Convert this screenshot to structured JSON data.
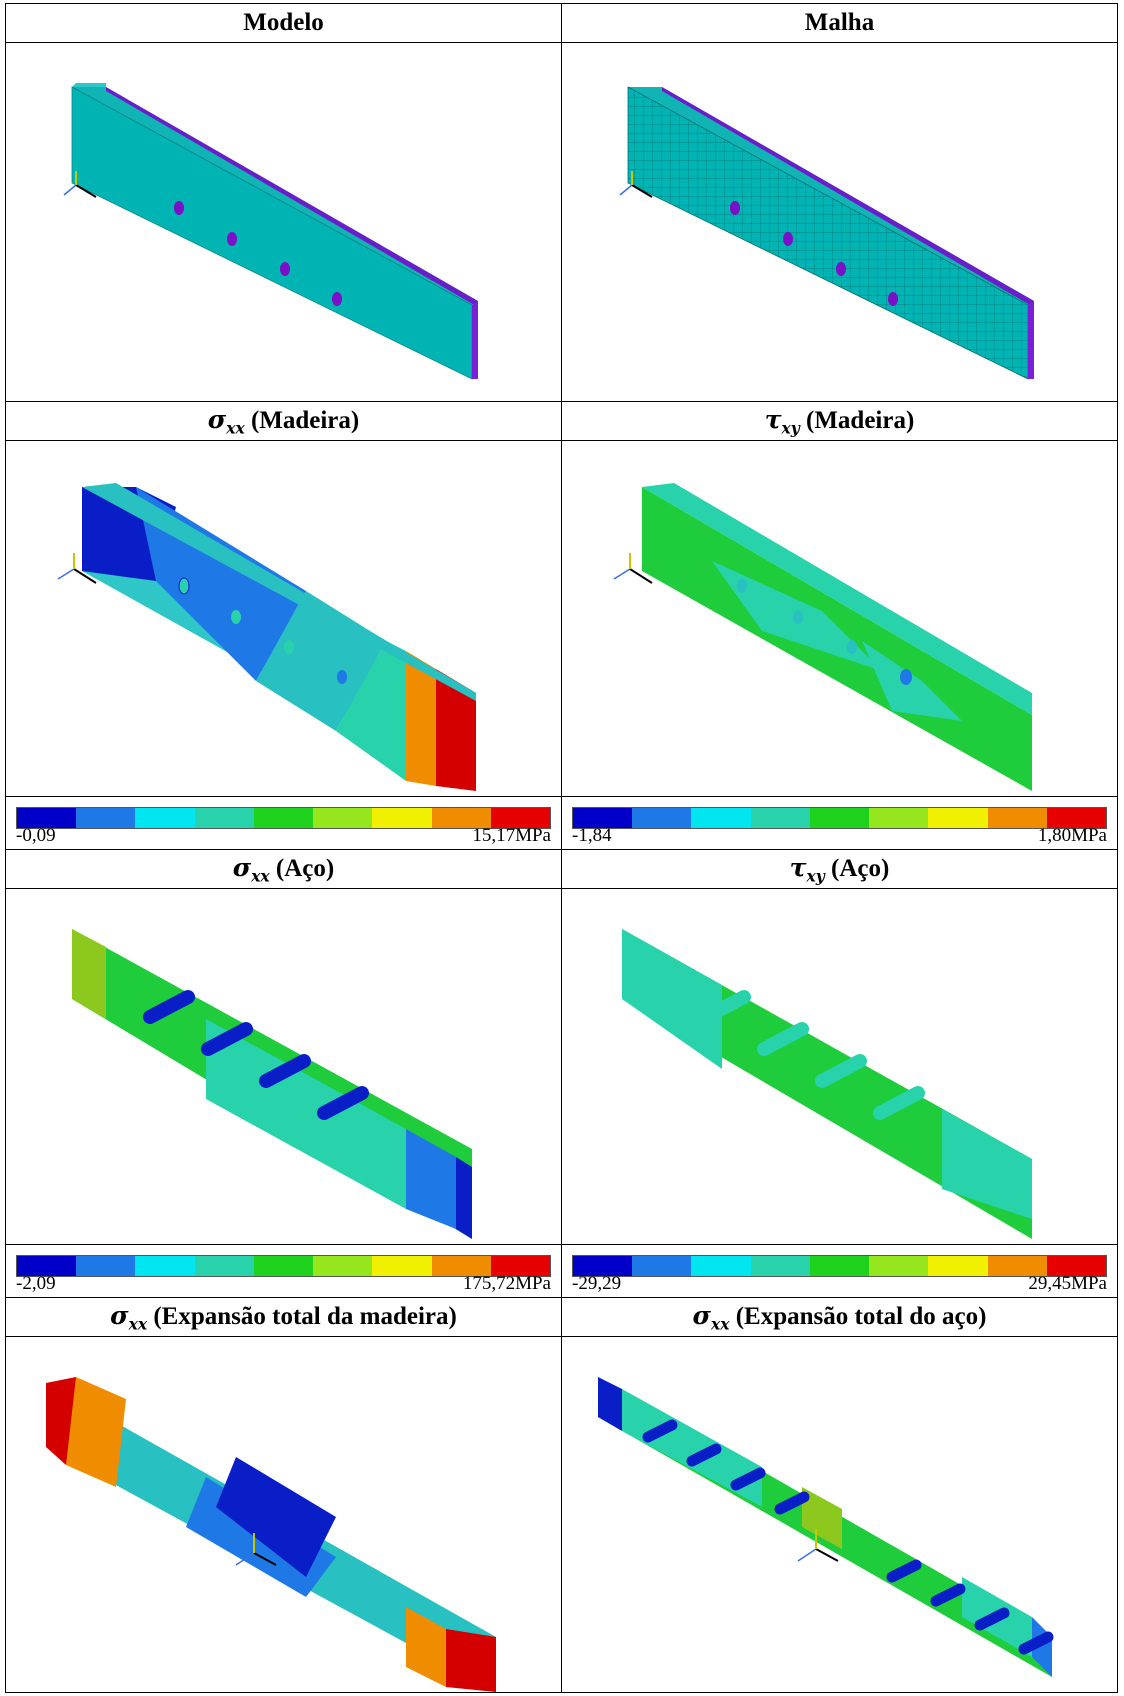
{
  "headers": {
    "modelo": "Modelo",
    "malha": "Malha",
    "sxx_madeira_suffix": " (Madeira)",
    "txy_madeira_suffix": " (Madeira)",
    "sxx_aco_suffix": " (Aço)",
    "txy_aco_suffix": " (Aço)",
    "sxx_exp_madeira_suffix": " (Expansão total da madeira)",
    "sxx_exp_aco_suffix": " (Expansão total do aço)"
  },
  "symbols": {
    "sigma": "σ",
    "tau": "τ",
    "sub_xx": "xx",
    "sub_xy": "xy"
  },
  "legends": {
    "sxx_madeira": {
      "min": "-0,09",
      "max": "15,17MPa"
    },
    "txy_madeira": {
      "min": "-1,84",
      "max": "1,80MPa"
    },
    "sxx_aco": {
      "min": "-2,09",
      "max": "175,72MPa"
    },
    "txy_aco": {
      "min": "-29,29",
      "max": "29,45MPa"
    }
  },
  "colorscale": [
    "#0000c8",
    "#1e78e6",
    "#00e6f0",
    "#28d2aa",
    "#1ed21e",
    "#96e61e",
    "#f0f000",
    "#f08c00",
    "#e60000"
  ],
  "icons": {
    "triad": "axis-triad-icon"
  }
}
